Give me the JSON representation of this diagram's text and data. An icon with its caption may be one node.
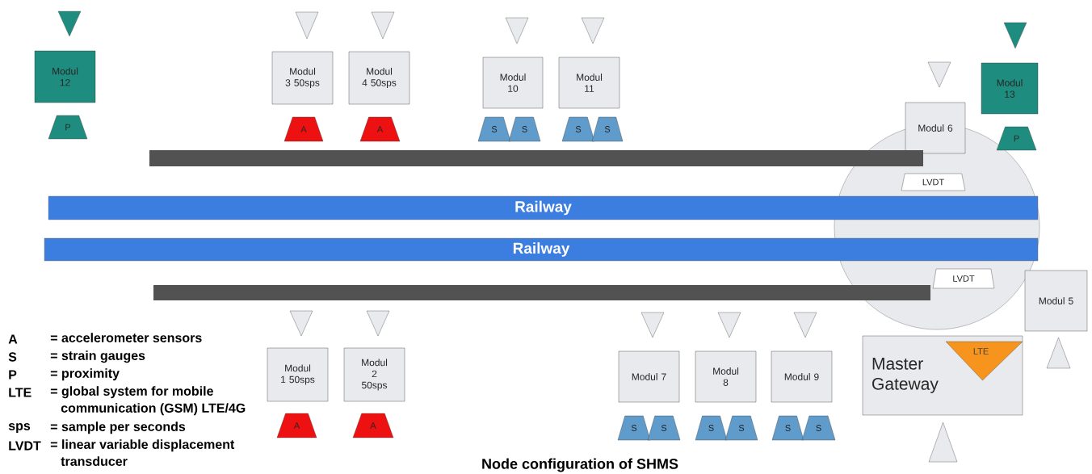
{
  "diagram": {
    "caption": "Node configuration of SHMS",
    "nodes": [
      {
        "text": [
          "Modul 12"
        ]
      },
      {
        "text": [
          "Modul 3 50sps"
        ]
      },
      {
        "text": [
          "Modul 4 50sps"
        ]
      },
      {
        "text": [
          "Modul 10"
        ]
      },
      {
        "text": [
          "Modul 11"
        ]
      },
      {
        "text": [
          "Modul 13"
        ]
      },
      {
        "text": [
          "Modul 6"
        ]
      },
      {
        "text": [
          "P"
        ]
      },
      {
        "text": [
          "A"
        ]
      },
      {
        "text": [
          "A"
        ]
      },
      {
        "text": [
          "S"
        ]
      },
      {
        "text": [
          "S"
        ]
      },
      {
        "text": [
          "S"
        ]
      },
      {
        "text": [
          "S"
        ]
      },
      {
        "text": [
          "P"
        ]
      },
      {
        "text": [
          "LVDT"
        ]
      },
      {
        "text": [
          "Railway"
        ]
      },
      {
        "text": [
          "Railway"
        ]
      },
      {
        "text": [
          "LVDT"
        ]
      },
      {
        "text": [
          "Modul 5"
        ]
      },
      {
        "text": [
          "Modul 1 50sps"
        ]
      },
      {
        "text": [
          "Modul 2 50sps"
        ]
      },
      {
        "text": [
          "Modul 7"
        ]
      },
      {
        "text": [
          "Modul 8"
        ]
      },
      {
        "text": [
          "Modul 9"
        ]
      },
      {
        "text": [
          "Master Gateway"
        ]
      },
      {
        "text": [
          "LTE"
        ],
        "in": 25
      },
      {
        "text": [
          "A"
        ]
      },
      {
        "text": [
          "A"
        ]
      },
      {
        "text": [
          "S"
        ]
      },
      {
        "text": [
          "S"
        ]
      },
      {
        "text": [
          "S"
        ]
      },
      {
        "text": [
          "S"
        ]
      },
      {
        "text": [
          "S"
        ]
      },
      {
        "text": [
          "S"
        ]
      },
      {
        "text": [],
        "shape": "bar"
      },
      {
        "text": [],
        "shape": "bar"
      }
    ],
    "labels": [
      "A",
      "= accelerometer sensors",
      "S",
      "= strain gauges",
      "P",
      "= proximity",
      "LTE",
      "= global system for mobile communication (GSM) LTE/4G",
      "sps",
      "= sample per seconds",
      "LVDT",
      "= linear variable displacement transducer"
    ]
  }
}
